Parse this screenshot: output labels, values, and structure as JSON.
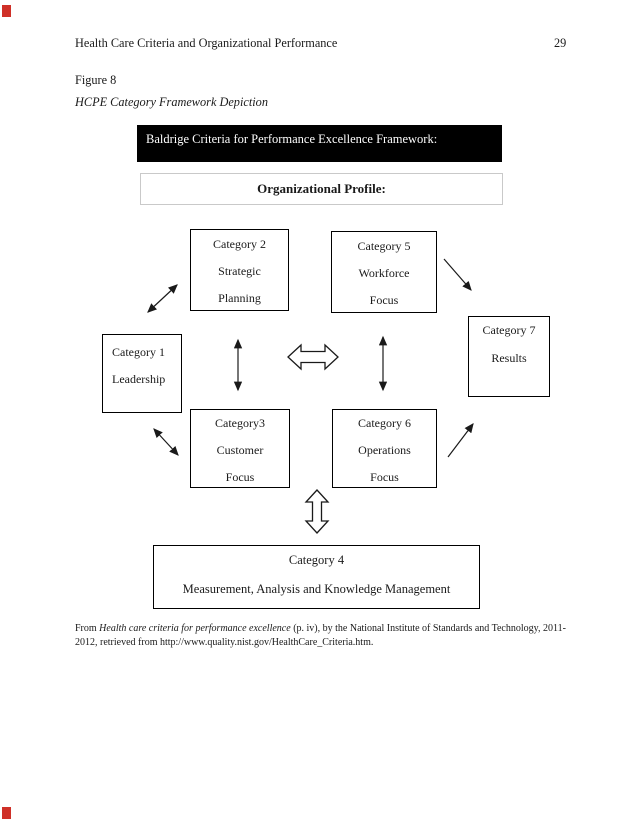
{
  "header": {
    "title": "Health Care Criteria and Organizational Performance",
    "page_number": "29"
  },
  "figure": {
    "label": "Figure 8",
    "caption": "HCPE Category Framework Depiction"
  },
  "banner": {
    "text": "Baldrige Criteria for Performance Excellence Framework:"
  },
  "profile": {
    "text": "Organizational Profile:"
  },
  "categories": {
    "cat1": {
      "lines": [
        "Category 1",
        "Leadership"
      ]
    },
    "cat2": {
      "lines": [
        "Category 2",
        "Strategic",
        "Planning"
      ]
    },
    "cat3": {
      "lines": [
        "Category3",
        "Customer",
        "Focus"
      ]
    },
    "cat4": {
      "lines": [
        "Category 4",
        "Measurement, Analysis and Knowledge Management"
      ]
    },
    "cat5": {
      "lines": [
        "Category 5",
        "Workforce",
        "Focus"
      ]
    },
    "cat6": {
      "lines": [
        "Category 6",
        "Operations",
        "Focus"
      ]
    },
    "cat7": {
      "lines": [
        "Category 7",
        "Results"
      ]
    }
  },
  "arrows": [
    {
      "name": "arrow-cat1-cat2",
      "type": "double-headed-diagonal"
    },
    {
      "name": "arrow-cat2-cat3",
      "type": "double-headed-vertical"
    },
    {
      "name": "arrow-cat5-cat6",
      "type": "double-headed-vertical"
    },
    {
      "name": "arrow-cat1-cat3",
      "type": "double-headed-diagonal"
    },
    {
      "name": "arrow-cat5-cat7",
      "type": "single-headed-diagonal"
    },
    {
      "name": "arrow-cat6-cat7",
      "type": "single-headed-diagonal"
    },
    {
      "name": "center-block-arrow",
      "type": "hollow-double-headed-horizontal"
    },
    {
      "name": "cat4-block-arrow",
      "type": "hollow-double-headed-vertical"
    }
  ],
  "footnote": {
    "prefix": "From ",
    "italic_title": "Health care criteria for performance excellence",
    "suffix": " (p. iv), by the National Institute of Standards and Technology, 2011-2012, retrieved from http://www.quality.nist.gov/HealthCare_Criteria.htm."
  },
  "colors": {
    "banner_bg": "#000000",
    "banner_text": "#ffffff",
    "box_border": "#000000",
    "profile_border": "#c9c9c9",
    "body_text": "#1a1a1a",
    "edge_mark": "#cf3028"
  }
}
